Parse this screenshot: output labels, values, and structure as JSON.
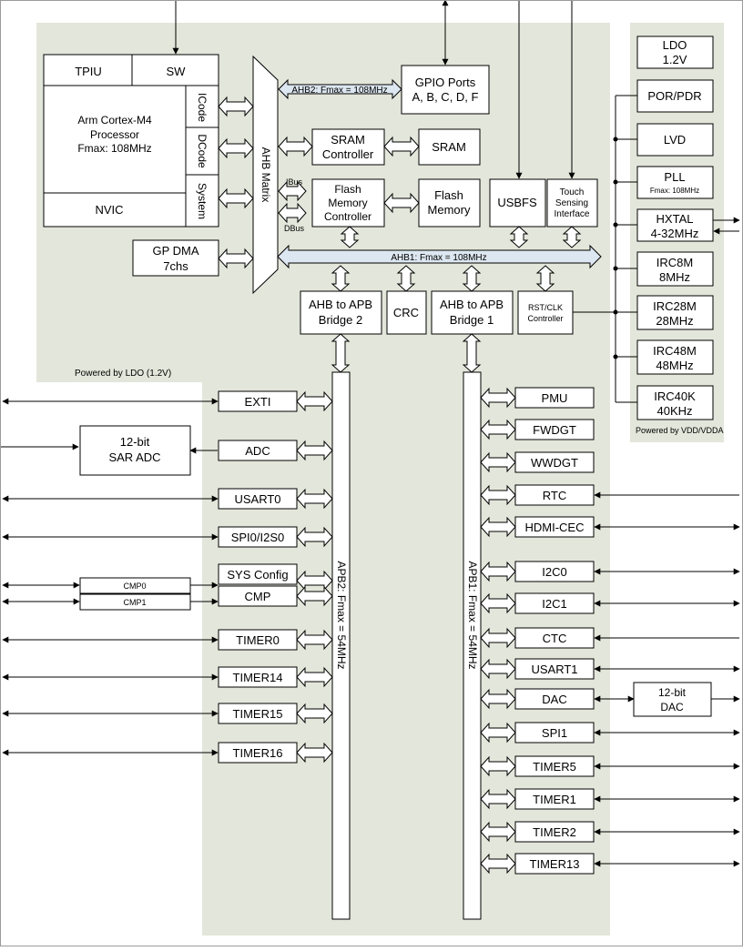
{
  "core": {
    "tpiu": "TPIU",
    "sw": "SW",
    "processor": [
      "Arm Cortex-M4",
      "Processor",
      "Fmax: 108MHz"
    ],
    "nvic": "NVIC",
    "icode": "ICode",
    "dcode": "DCode",
    "system": "System",
    "gp_dma": [
      "GP DMA",
      "7chs"
    ]
  },
  "ahb": {
    "matrix": "AHB Matrix",
    "ahb2_label": "AHB2: Fmax = 108MHz",
    "ahb1_label": "AHB1: Fmax = 108MHz",
    "ibus": "IBus",
    "dbus": "DBus"
  },
  "memory": {
    "gpio": [
      "GPIO Ports",
      "A, B, C, D, F"
    ],
    "sram_controller": [
      "SRAM",
      "Controller"
    ],
    "sram": "SRAM",
    "flash_controller": [
      "Flash",
      "Memory",
      "Controller"
    ],
    "flash": [
      "Flash",
      "Memory"
    ],
    "usbfs": "USBFS",
    "touch": [
      "Touch",
      "Sensing",
      "Interface"
    ]
  },
  "bridges": {
    "apb2_bridge": [
      "AHB to APB",
      "Bridge 2"
    ],
    "crc": "CRC",
    "apb1_bridge": [
      "AHB to APB",
      "Bridge 1"
    ],
    "rst_clk": [
      "RST/CLK",
      "Controller"
    ]
  },
  "domains": {
    "ldo_label": "Powered by LDO (1.2V)",
    "vdd_label": "Powered by VDD/VDDA"
  },
  "power_clock": {
    "ldo": [
      "LDO",
      "1.2V"
    ],
    "por_pdr": "POR/PDR",
    "lvd": "LVD",
    "pll": [
      "PLL",
      "Fmax: 108MHz"
    ],
    "hxtal": [
      "HXTAL",
      "4-32MHz"
    ],
    "irc8m": [
      "IRC8M",
      "8MHz"
    ],
    "irc28m": [
      "IRC28M",
      "28MHz"
    ],
    "irc48m": [
      "IRC48M",
      "48MHz"
    ],
    "irc40k": [
      "IRC40K",
      "40KHz"
    ]
  },
  "apb2": {
    "bus_label": "APB2: Fmax = 54MHz",
    "peripherals": [
      "EXTI",
      "ADC",
      "USART0",
      "SPI0/I2S0",
      "SYS Config",
      "CMP",
      "TIMER0",
      "TIMER14",
      "TIMER15",
      "TIMER16"
    ],
    "sar_adc": [
      "12-bit",
      "SAR ADC"
    ],
    "cmp0": "CMP0",
    "cmp1": "CMP1"
  },
  "apb1": {
    "bus_label": "APB1: Fmax = 54MHz",
    "peripherals": [
      "PMU",
      "FWDGT",
      "WWDGT",
      "RTC",
      "HDMI-CEC",
      "I2C0",
      "I2C1",
      "CTC",
      "USART1",
      "DAC",
      "SPI1",
      "TIMER5",
      "TIMER1",
      "TIMER2",
      "TIMER13"
    ],
    "dac_12bit": [
      "12-bit",
      "DAC"
    ]
  },
  "colors": {
    "domain_fill": "#e3e6da",
    "bus_fill": "#dde7f1",
    "stroke": "#000000"
  }
}
